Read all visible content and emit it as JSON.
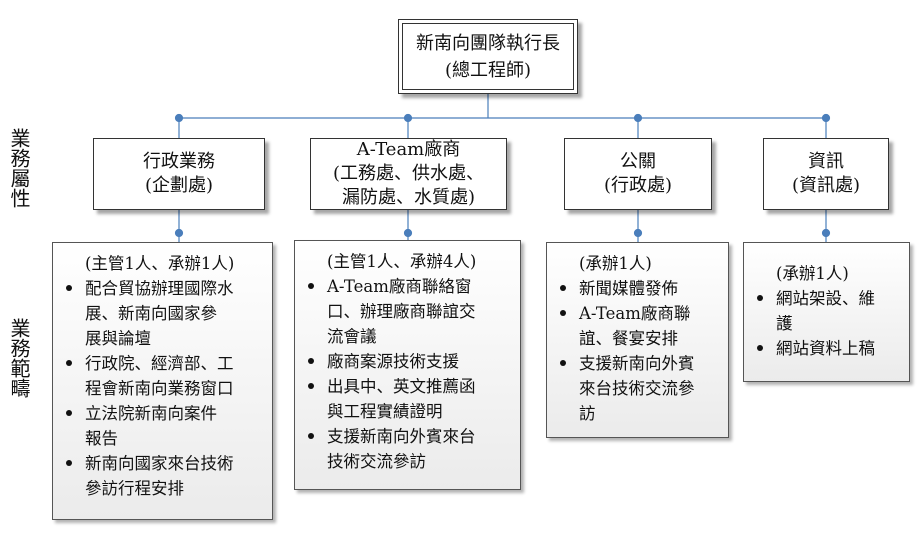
{
  "root": {
    "line1": "新南向團隊執行長",
    "line2": "(總工程師)"
  },
  "side_labels": {
    "attribute": "業務屬性",
    "scope": "業務範疇"
  },
  "categories": [
    {
      "lines": [
        "行政業務",
        "(企劃處)"
      ]
    },
    {
      "lines": [
        "A-Team廠商",
        "(工務處、供水處、",
        "漏防處、水質處)"
      ]
    },
    {
      "lines": [
        "公關",
        "(行政處)"
      ]
    },
    {
      "lines": [
        "資訊",
        "(資訊處)"
      ]
    }
  ],
  "details": [
    {
      "head": "(主管1人、承辦1人)",
      "items": [
        [
          "配合貿協辦理國際水",
          "展、新南向國家參",
          "展與論壇"
        ],
        [
          "行政院、經濟部、工",
          "程會新南向業務窗口"
        ],
        [
          "立法院新南向案件",
          "報告"
        ],
        [
          "新南向國家來台技術",
          "參訪行程安排"
        ]
      ]
    },
    {
      "head": "(主管1人、承辦4人)",
      "items": [
        [
          "A-Team廠商聯絡窗",
          "口、辦理廠商聯誼交",
          "流會議"
        ],
        [
          "廠商案源技術支援"
        ],
        [
          "出具中、英文推薦函",
          "與工程實績證明"
        ],
        [
          "支援新南向外賓來台",
          "技術交流參訪"
        ]
      ]
    },
    {
      "head": "(承辦1人)",
      "items": [
        [
          "新聞媒體發佈"
        ],
        [
          "A-Team廠商聯",
          "誼、餐宴安排"
        ],
        [
          "支援新南向外賓",
          "來台技術交流參",
          "訪"
        ]
      ]
    },
    {
      "head": "(承辦1人)",
      "items": [
        [
          "網站架設、維",
          "護"
        ],
        [
          "網站資料上稿"
        ]
      ]
    }
  ],
  "colors": {
    "connector": "#4a7ebb",
    "border": "#333333"
  }
}
